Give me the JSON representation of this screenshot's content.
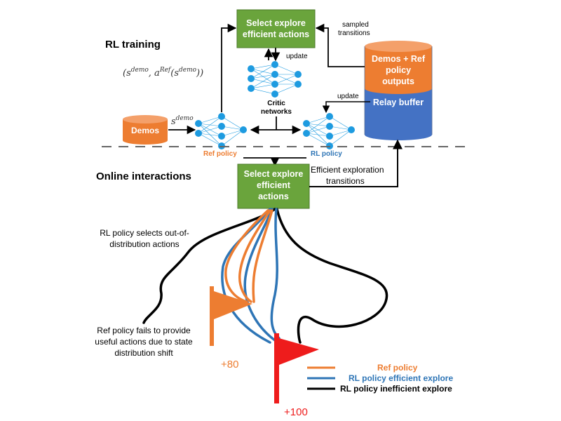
{
  "colors": {
    "green_box": "#6aa43c",
    "orange": "#ed7d31",
    "blue": "#4472c4",
    "light_blue": "#2e75b6",
    "red": "#ee1c1c",
    "node": "#1e9be0",
    "black": "#000000"
  },
  "sections": {
    "rl_training": "RL training",
    "online_interactions": "Online interactions"
  },
  "boxes": {
    "select_top_line1": "Select explore",
    "select_top_line2": "efficient actions",
    "select_bottom_line1": "Select explore",
    "select_bottom_line2": "efficient",
    "select_bottom_line3": "actions"
  },
  "buffer": {
    "top_line1": "Demos + Ref",
    "top_line2": "policy",
    "top_line3": "outputs",
    "bottom": "Relay buffer"
  },
  "demos": {
    "label": "Demos"
  },
  "math": {
    "s_demo_base": "s",
    "s_demo_sup": "demo",
    "pair_open": "(",
    "pair_s": "s",
    "pair_s_sup": "demo",
    "pair_comma": ", a",
    "pair_a_sup": "Ref",
    "pair_inner_open": "(s",
    "pair_inner_sup": "demo",
    "pair_close": "))"
  },
  "labels": {
    "sampled_line1": "sampled",
    "sampled_line2": "transitions",
    "update_top": "update",
    "update_right": "update",
    "critic_line1": "Critic",
    "critic_line2": "networks",
    "ref_policy": "Ref policy",
    "rl_policy": "RL policy",
    "efficient_line1": "Efficient exploration",
    "efficient_line2": "transitions",
    "ood_line1": "RL policy selects out-of-",
    "ood_line2": "distribution actions",
    "fail_line1": "Ref policy fails to provide",
    "fail_line2": "useful actions due to state",
    "fail_line3": "distribution shift",
    "reward_80": "+80",
    "reward_100": "+100"
  },
  "legend": {
    "items": [
      {
        "label": "Ref policy",
        "color": "#ed7d31"
      },
      {
        "label": "RL policy efficient explore",
        "color": "#2e75b6"
      },
      {
        "label": "RL policy inefficient explore",
        "color": "#000000"
      }
    ]
  }
}
